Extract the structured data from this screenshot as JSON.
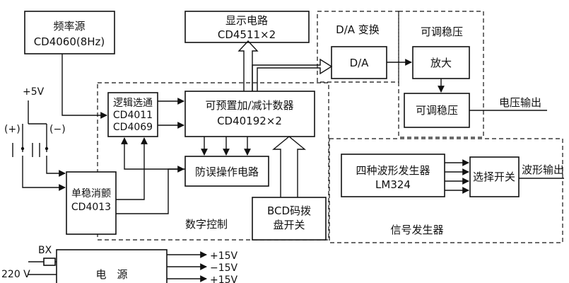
{
  "blocks": {
    "freq_source": {
      "line1": "频率源",
      "line2": "CD4060(8Hz)"
    },
    "display": {
      "line1": "显示电路",
      "line2": "CD4511×2"
    },
    "da_region": {
      "label": "D/A 变换"
    },
    "da": {
      "label": "D/A"
    },
    "regulator_region": {
      "label": "可调稳压"
    },
    "amplifier": {
      "label": "放大"
    },
    "adj_regulator": {
      "label": "可调稳压"
    },
    "voltage_output": {
      "label": "电压输出"
    },
    "logic_select": {
      "line1": "逻辑选通",
      "line2": "CD4011",
      "line3": "CD4069"
    },
    "counter": {
      "line1": "可预置加/减计数器",
      "line2": "CD40192×2"
    },
    "anti_misop": {
      "label": "防误操作电路"
    },
    "monostable": {
      "line1": "单稳消颤",
      "line2": "CD4013"
    },
    "digital_control": {
      "label": "数字控制"
    },
    "bcd_switch": {
      "line1": "BCD码拨",
      "line2": "盘开关"
    },
    "waveform_gen": {
      "line1": "四种波形发生器",
      "line2": "LM324"
    },
    "select_switch": {
      "label": "选择开关"
    },
    "waveform_output": {
      "label": "波形输出"
    },
    "signal_gen": {
      "label": "信号发生器"
    },
    "power_supply": {
      "label": "电　源"
    }
  },
  "labels": {
    "plus5v": "+5V",
    "plus_key": "(+)",
    "minus_key": "(−)",
    "bx": "BX",
    "mains": "220 V",
    "out1": "+15V",
    "out2": "−15V",
    "out3": "+15V"
  }
}
